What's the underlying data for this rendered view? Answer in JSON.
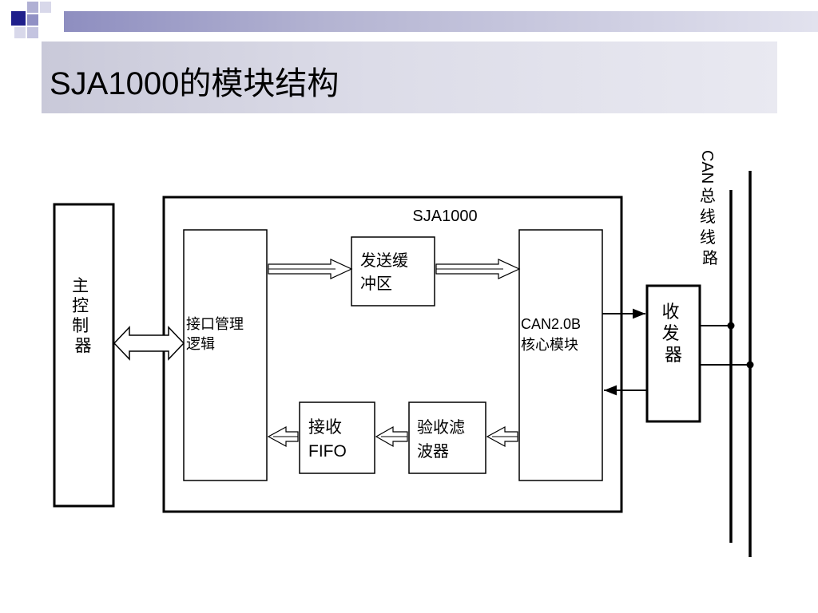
{
  "title": "SJA1000的模块结构",
  "diagram": {
    "sja1000_label": "SJA1000",
    "main_controller": "主控制器",
    "interface_logic": [
      "接口管理",
      "逻辑"
    ],
    "tx_buffer": [
      "发送缓",
      "冲区"
    ],
    "can_core": [
      "CAN2.0B",
      "核心模块"
    ],
    "rx_fifo": [
      "接收",
      "FIFO"
    ],
    "acceptance_filter": [
      "验收滤",
      "波器"
    ],
    "transceiver": "收发器",
    "bus_label": "CAN总线线路"
  },
  "colors": {
    "title_band": "#dcdce8",
    "accent_band": "#8e8ec0",
    "accent_square": "#1f1f8c",
    "line": "#000000"
  }
}
